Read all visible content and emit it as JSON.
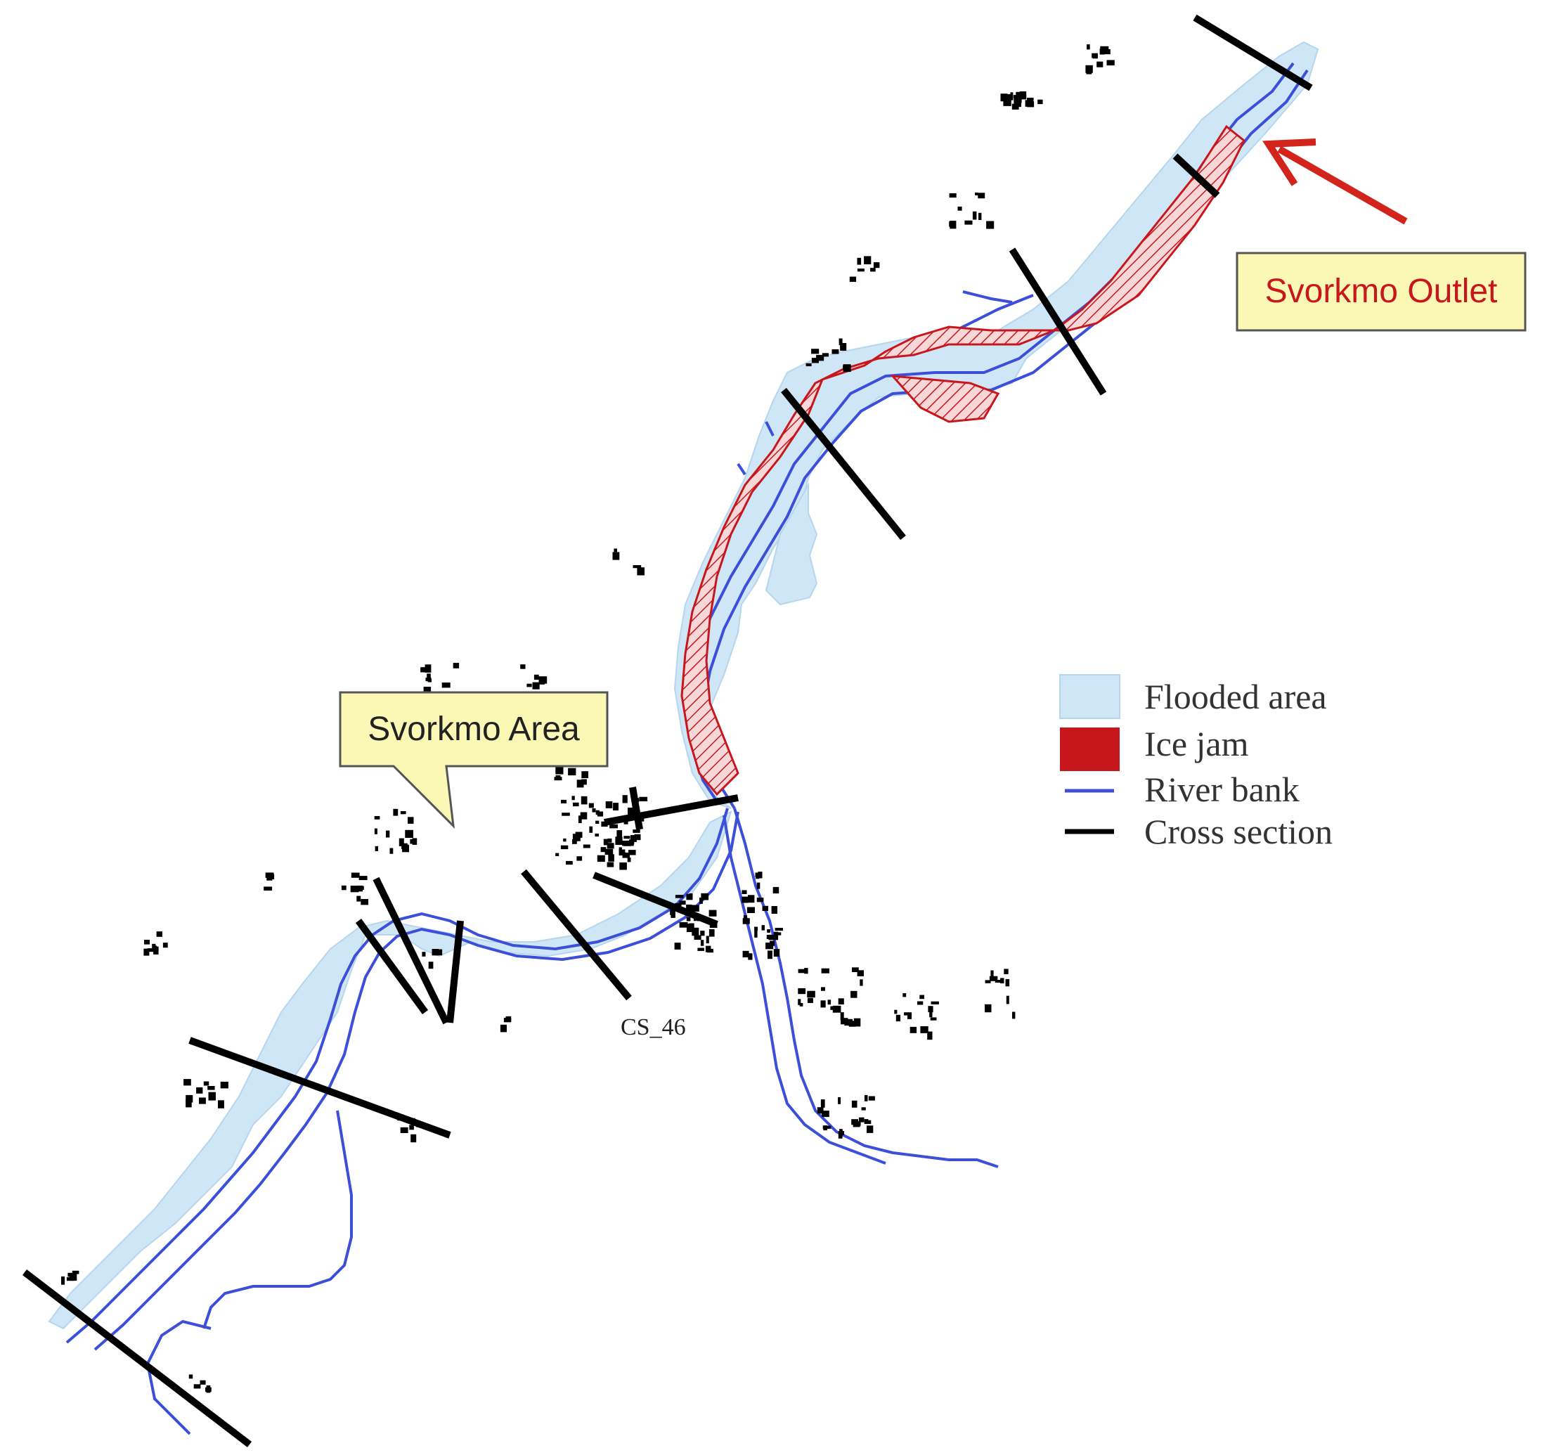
{
  "colors": {
    "flooded_fill": "#cfe6f6",
    "flooded_stroke": "#b6d6ee",
    "ice_jam": "#c8161d",
    "river_bank": "#3b4fd8",
    "cross_section": "#000000",
    "callout_fill": "#fbf7b5",
    "outlet_text": "#c8161d",
    "area_text": "#222222",
    "arrow": "#d2241a"
  },
  "callouts": {
    "outlet_label": "Svorkmo Outlet",
    "area_label": "Svorkmo Area"
  },
  "cross_section_label": "CS_46",
  "legend": {
    "items": [
      {
        "label": "Flooded area",
        "swatch": "fill",
        "icon": "flooded-area-swatch"
      },
      {
        "label": "Ice jam",
        "swatch": "fill",
        "icon": "ice-jam-swatch"
      },
      {
        "label": "River bank",
        "swatch": "line",
        "icon": "river-bank-line"
      },
      {
        "label": "Cross section",
        "swatch": "line",
        "icon": "cross-section-line"
      }
    ]
  }
}
